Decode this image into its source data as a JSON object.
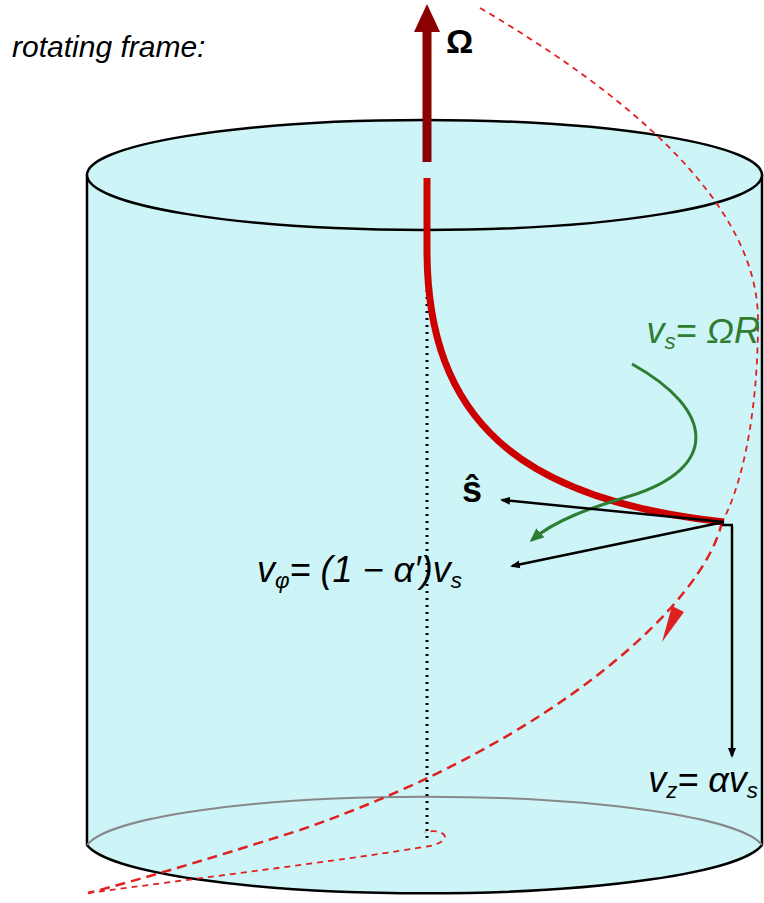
{
  "diagram": {
    "labels": [
      "rotating frame:",
      "Ω",
      "v",
      "s",
      "= ΩR",
      "ŝ",
      "v",
      "φ",
      "= (1 − α′)v",
      "s",
      "v",
      "z",
      "= αv",
      "s"
    ]
  }
}
